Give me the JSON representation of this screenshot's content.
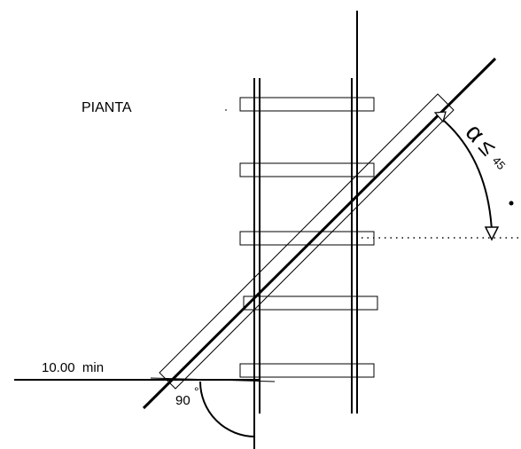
{
  "drawing": {
    "view_label": "PIANTA",
    "distance_label": "10.00  min",
    "right_angle_label": "90",
    "angle_symbol": "α",
    "angle_relation": "≤",
    "angle_value": "45",
    "degree_symbol": "°"
  }
}
